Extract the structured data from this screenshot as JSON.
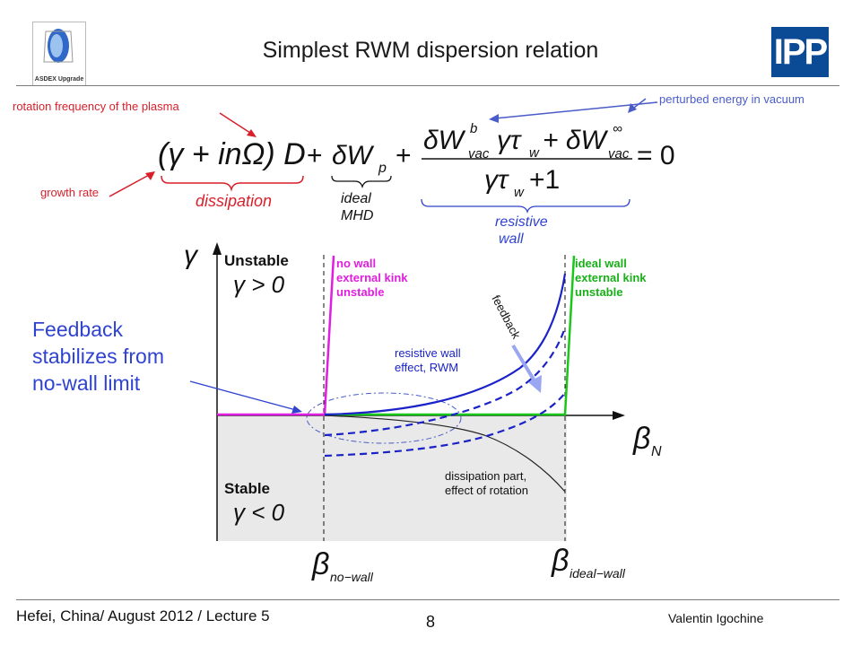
{
  "slide": {
    "title": "Simplest RWM dispersion relation",
    "left_logo": {
      "caption": "ASDEX Upgrade",
      "icon": "asdex-upgrade-logo"
    },
    "right_logo": {
      "text": "IPP",
      "icon": "ipp-logo",
      "color": "#0b4a94"
    }
  },
  "annotations": {
    "rotation_frequency": "rotation frequency of the plasma",
    "growth_rate": "growth rate",
    "perturbed_energy": "perturbed energy in vacuum"
  },
  "equation": {
    "term1": "(γ + inΩ) D",
    "plus1": "+",
    "term2": "δW",
    "term2_sub": "p",
    "plus2": "+",
    "numerator": "δW",
    "numerator_sup": "b",
    "numerator_sub": "vac",
    "numerator_mid": "γτ",
    "numerator_mid_sub": "w",
    "numerator_plus": "+ δW",
    "numerator_sup2": "∞",
    "numerator_sub2": "vac",
    "denominator": "γτ",
    "denominator_sub": "w",
    "denominator_rest": "+1",
    "equals": "= 0",
    "label_dissipation": "dissipation",
    "label_ideal": "ideal",
    "label_mhd": "MHD",
    "label_resistive": "resistive",
    "label_wall": "wall"
  },
  "diagram": {
    "y_axis_label": "γ",
    "x_axis_label": "β",
    "x_axis_sub": "N",
    "unstable_label": "Unstable",
    "unstable_cond": "γ > 0",
    "stable_label": "Stable",
    "stable_cond": "γ < 0",
    "no_wall_lines": [
      "no wall",
      "external kink",
      "unstable"
    ],
    "ideal_wall_lines": [
      "ideal wall",
      "external kink",
      "unstable"
    ],
    "rwm_lines": [
      "resistive wall",
      "effect, RWM"
    ],
    "dissipation_lines": [
      "dissipation part,",
      "effect of rotation"
    ],
    "feedback_arrow_label": "feedback",
    "beta_no_wall": "β",
    "beta_no_wall_sub": "no−wall",
    "beta_ideal_wall": "β",
    "beta_ideal_wall_sub": "ideal−wall",
    "colors": {
      "no_wall": "#e01ee0",
      "ideal_wall": "#18c818",
      "rwm": "#1a22c8",
      "feedback_arrow": "#9aa6f0",
      "stable_fill": "#e9e9e9"
    }
  },
  "feedback_note": [
    "Feedback",
    "stabilizes from",
    "no-wall limit"
  ],
  "footer": {
    "left": "Hefei, China/ August 2012 / Lecture 5",
    "page": "8",
    "right": "Valentin Igochine"
  }
}
